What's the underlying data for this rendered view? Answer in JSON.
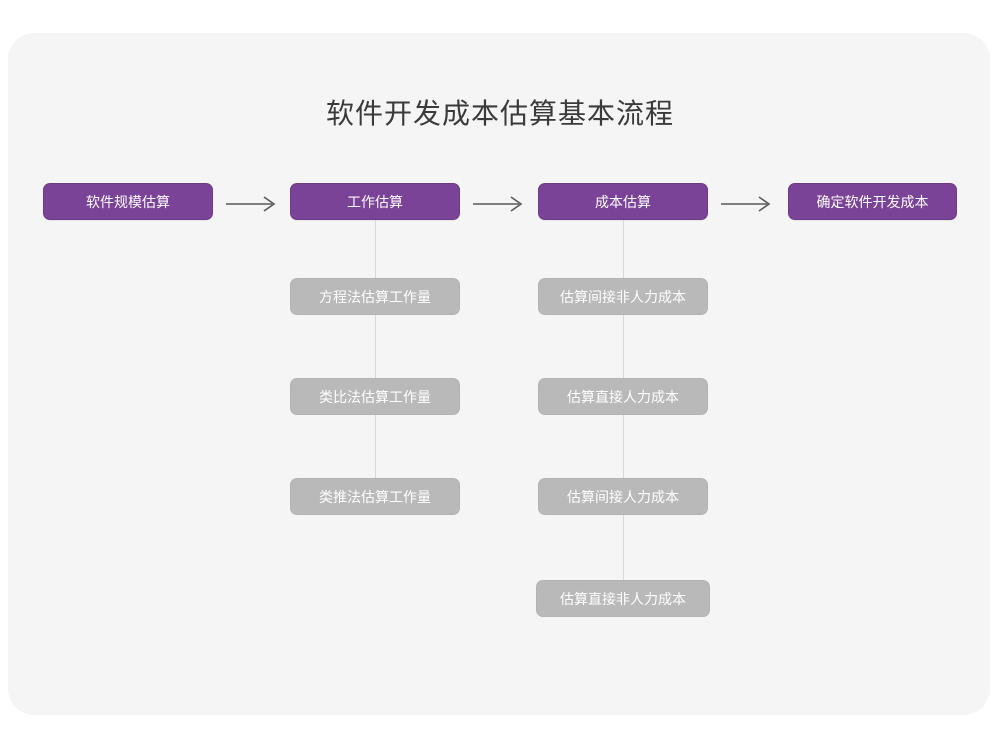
{
  "diagram": {
    "title": "软件开发成本估算基本流程",
    "colors": {
      "canvas": "#ffffff",
      "card": "#f5f5f5",
      "primary_box": "#7b4397",
      "secondary_box": "#b9b9b9",
      "connector_line": "#d8d8d8",
      "arrow": "#5a5a5a",
      "title_text": "#3a3a3a",
      "box_text": "#ffffff"
    },
    "main_steps": [
      {
        "id": "step-1",
        "label": "软件规模估算"
      },
      {
        "id": "step-2",
        "label": "工作估算"
      },
      {
        "id": "step-3",
        "label": "成本估算"
      },
      {
        "id": "step-4",
        "label": "确定软件开发成本"
      }
    ],
    "connectors": [
      {
        "id": "arrow-1",
        "glyph": "arrow-right-icon"
      },
      {
        "id": "arrow-2",
        "glyph": "arrow-right-icon"
      },
      {
        "id": "arrow-3",
        "glyph": "arrow-right-icon"
      }
    ],
    "effort_substeps": [
      {
        "id": "effort-1",
        "label": "方程法估算工作量"
      },
      {
        "id": "effort-2",
        "label": "类比法估算工作量"
      },
      {
        "id": "effort-3",
        "label": "类推法估算工作量"
      }
    ],
    "cost_substeps": [
      {
        "id": "cost-1",
        "label": "估算间接非人力成本"
      },
      {
        "id": "cost-2",
        "label": "估算直接人力成本"
      },
      {
        "id": "cost-3",
        "label": "估算间接人力成本"
      },
      {
        "id": "cost-4",
        "label": "估算直接非人力成本"
      }
    ]
  }
}
